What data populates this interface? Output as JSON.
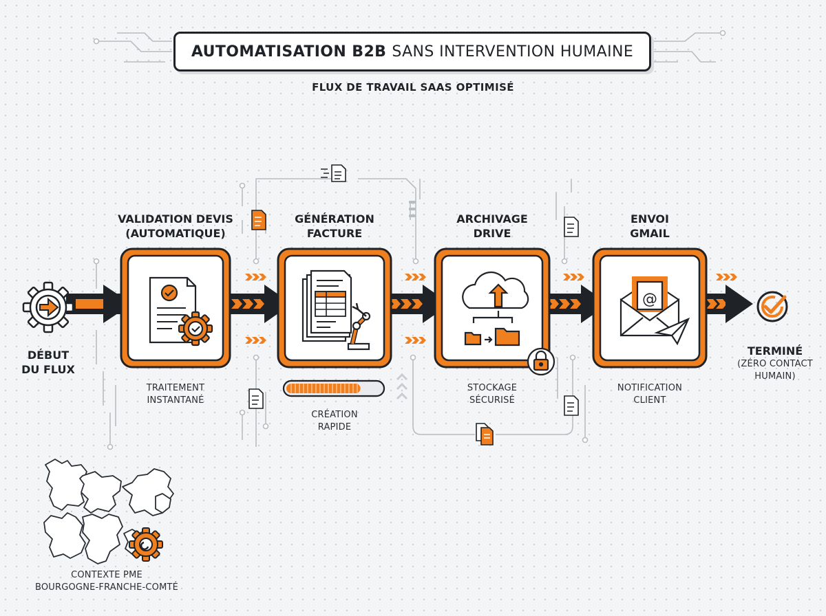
{
  "title": {
    "bold": "Automatisation B2B",
    "rest": "sans intervention humaine"
  },
  "subtitle": "Flux de travail SaaS optimisé",
  "start": {
    "label_line1": "Début",
    "label_line2": "du flux",
    "icon": "gear-arrow-icon"
  },
  "steps": [
    {
      "title_line1": "Validation devis",
      "title_line2": "(automatique)",
      "sub_line1": "Traitement",
      "sub_line2": "instantané",
      "icon": "document-check-gear-icon"
    },
    {
      "title_line1": "Génération",
      "title_line2": "facture",
      "sub_line1": "Création",
      "sub_line2": "rapide",
      "icon": "robot-arm-invoice-icon"
    },
    {
      "title_line1": "Archivage",
      "title_line2": "Drive",
      "sub_line1": "Stockage",
      "sub_line2": "sécurisé",
      "icon": "cloud-upload-folder-icon"
    },
    {
      "title_line1": "Envoi",
      "title_line2": "Gmail",
      "sub_line1": "Notification",
      "sub_line2": "client",
      "icon": "email-envelope-icon"
    }
  ],
  "end": {
    "label": "Terminé",
    "note_line1": "(zéro contact",
    "note_line2": "humain)",
    "icon": "check-circle-icon"
  },
  "progress": {
    "fraction": 0.78
  },
  "region": {
    "label_line1": "Contexte PME",
    "label_line2": "Bourgogne-Franche-Comté",
    "icon": "region-map-icon"
  },
  "colors": {
    "accent": "#f0801f",
    "dark": "#1f2227",
    "background": "#f4f5f6",
    "line": "#b9bcc2"
  }
}
